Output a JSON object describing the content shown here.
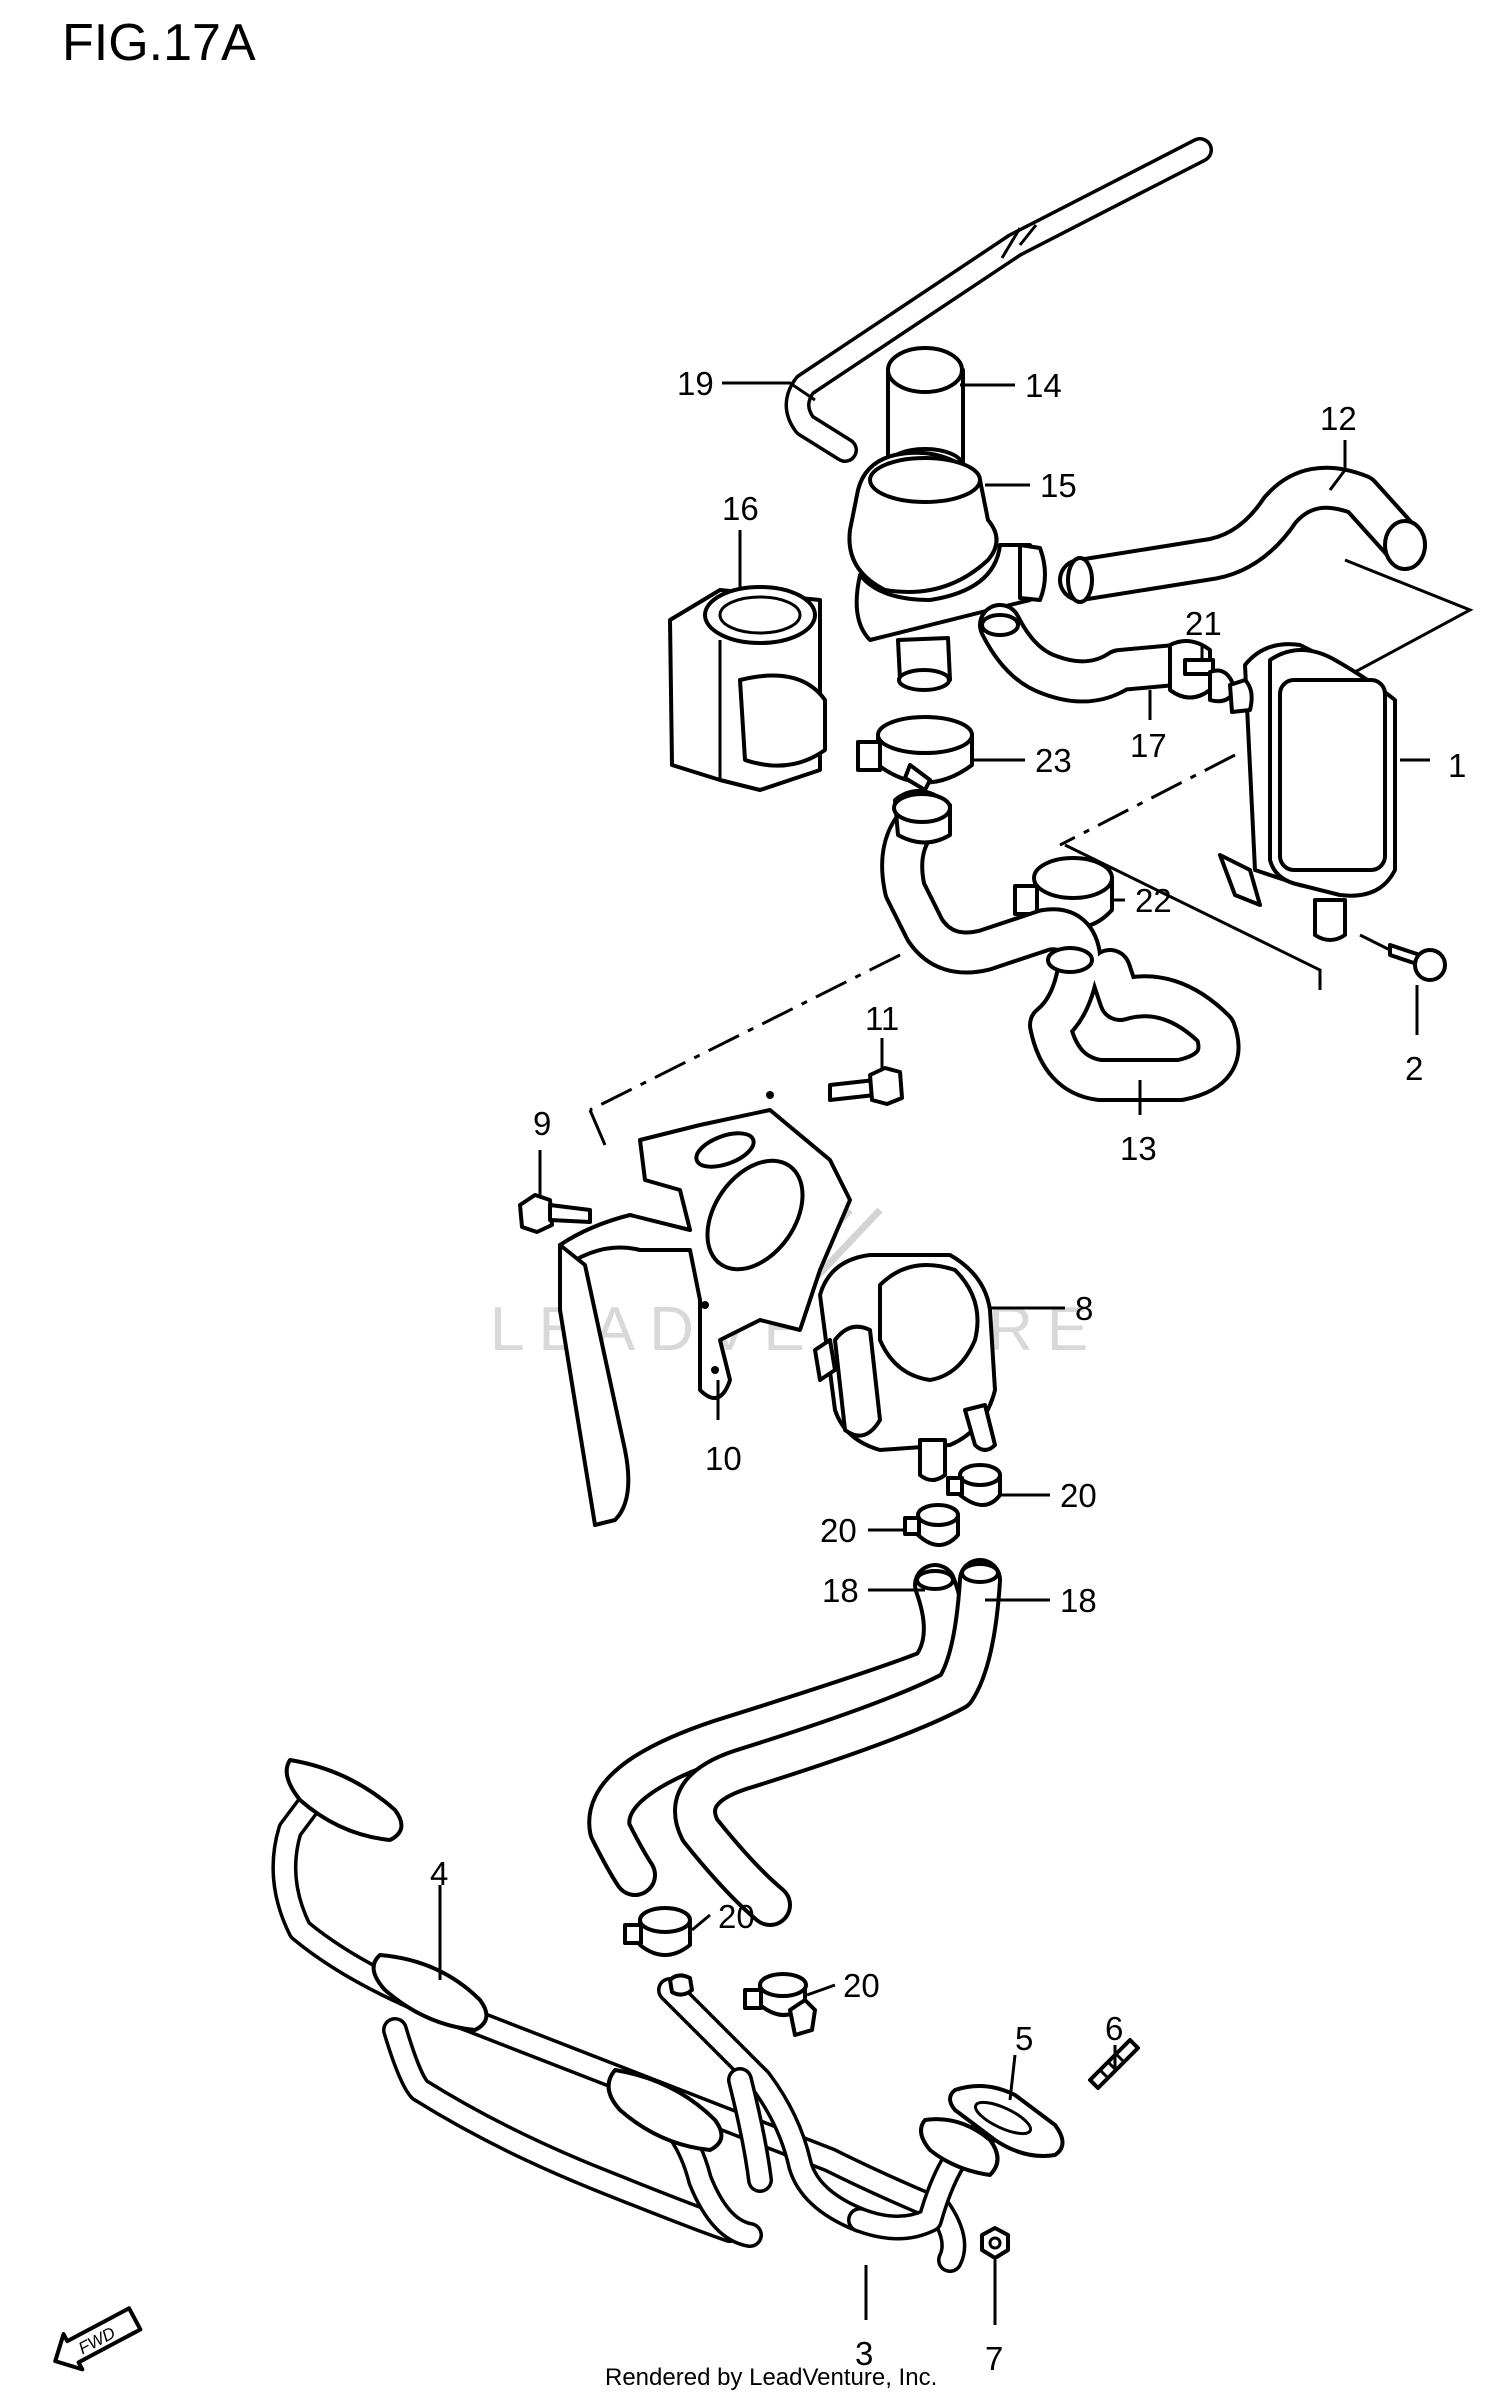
{
  "figure": {
    "title": "FIG.17A"
  },
  "callouts": [
    {
      "id": "c1",
      "label": "1"
    },
    {
      "id": "c2",
      "label": "2"
    },
    {
      "id": "c3",
      "label": "3"
    },
    {
      "id": "c4",
      "label": "4"
    },
    {
      "id": "c5",
      "label": "5"
    },
    {
      "id": "c6",
      "label": "6"
    },
    {
      "id": "c7",
      "label": "7"
    },
    {
      "id": "c8",
      "label": "8"
    },
    {
      "id": "c9",
      "label": "9"
    },
    {
      "id": "c10",
      "label": "10"
    },
    {
      "id": "c11",
      "label": "11"
    },
    {
      "id": "c12",
      "label": "12"
    },
    {
      "id": "c13",
      "label": "13"
    },
    {
      "id": "c14",
      "label": "14"
    },
    {
      "id": "c15",
      "label": "15"
    },
    {
      "id": "c16",
      "label": "16"
    },
    {
      "id": "c17",
      "label": "17"
    },
    {
      "id": "c18a",
      "label": "18"
    },
    {
      "id": "c18b",
      "label": "18"
    },
    {
      "id": "c19",
      "label": "19"
    },
    {
      "id": "c20a",
      "label": "20"
    },
    {
      "id": "c20b",
      "label": "20"
    },
    {
      "id": "c20c",
      "label": "20"
    },
    {
      "id": "c20d",
      "label": "20"
    },
    {
      "id": "c21",
      "label": "21"
    },
    {
      "id": "c22",
      "label": "22"
    },
    {
      "id": "c23",
      "label": "23"
    }
  ],
  "fwd_badge": {
    "label": "FWD"
  },
  "watermark": {
    "text": "LEADVENTURE"
  },
  "footer": {
    "credit": "Rendered by LeadVenture, Inc."
  }
}
